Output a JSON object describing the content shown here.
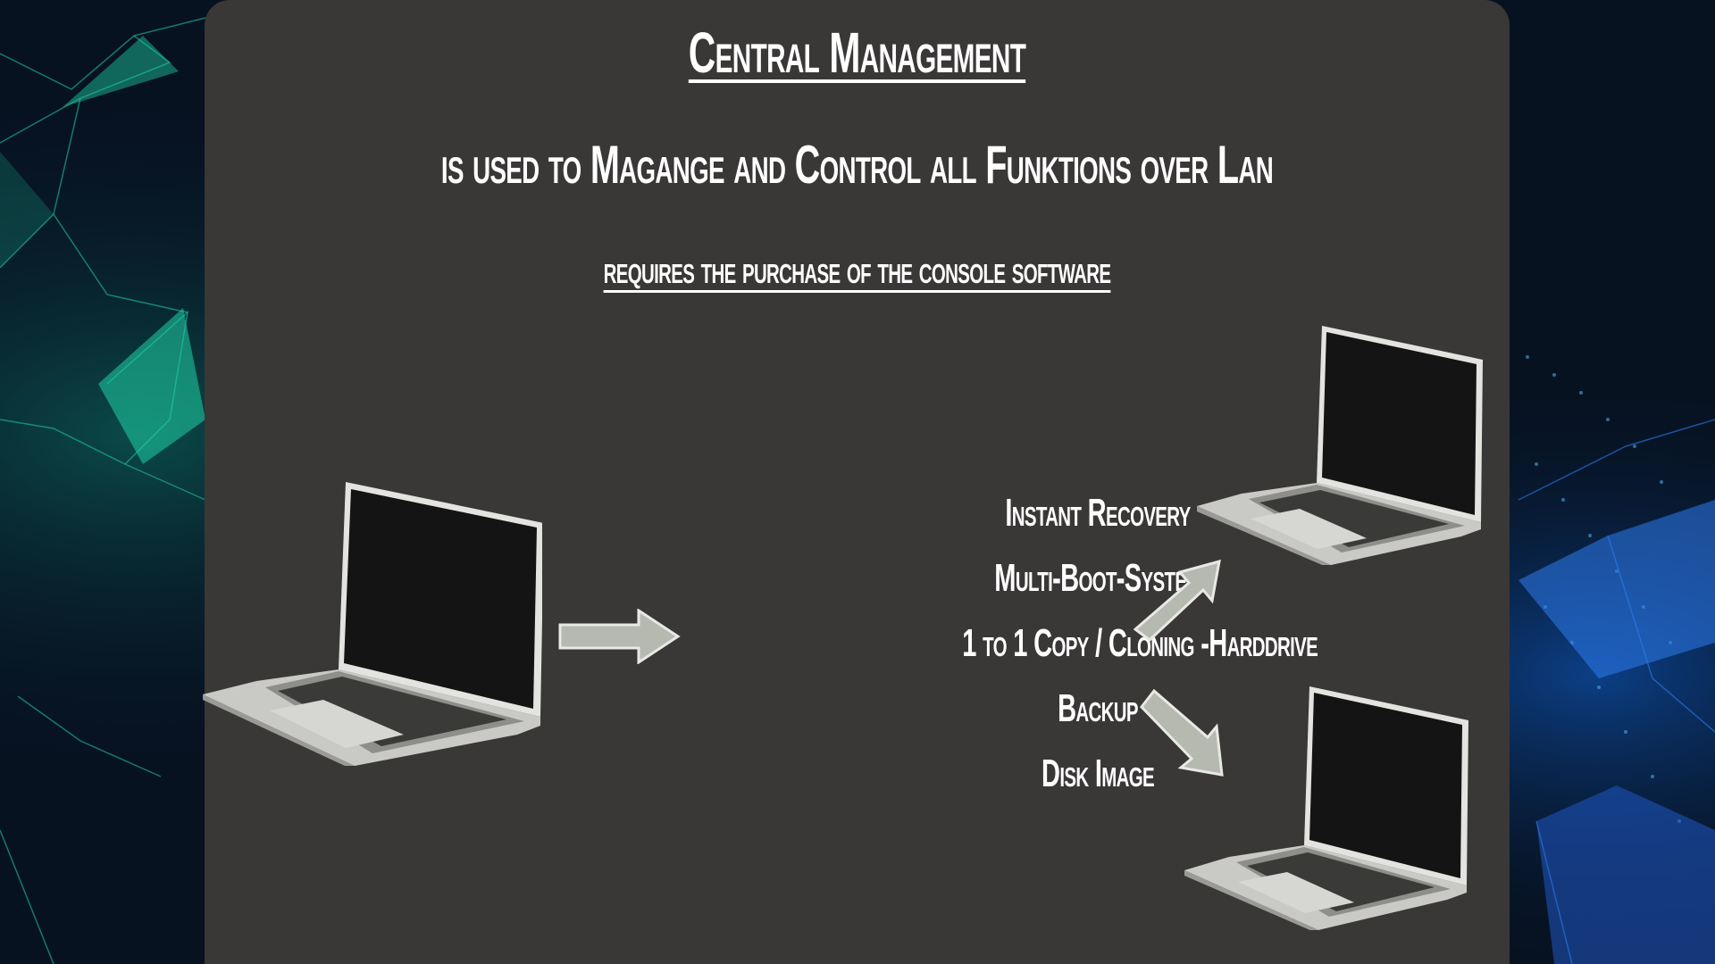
{
  "slide": {
    "title": "Central Management",
    "subtitle": "is used to Magange and Control all Funktions over Lan",
    "note": "requires the purchase of the console software",
    "features": [
      "Instant Recovery",
      "Multi-Boot-System",
      "1 to 1 Copy / Cloning -Harddrive",
      "Backup",
      "Disk Image"
    ]
  },
  "colors": {
    "panel": "#3a3737",
    "text": "#ffffff",
    "arrow_fill": "#b6b9b0",
    "left_accent": "#1fd1a5",
    "right_accent": "#2d7bef"
  },
  "icons": [
    "laptop-icon",
    "arrow-right-icon",
    "arrow-up-right-icon",
    "arrow-down-right-icon"
  ]
}
